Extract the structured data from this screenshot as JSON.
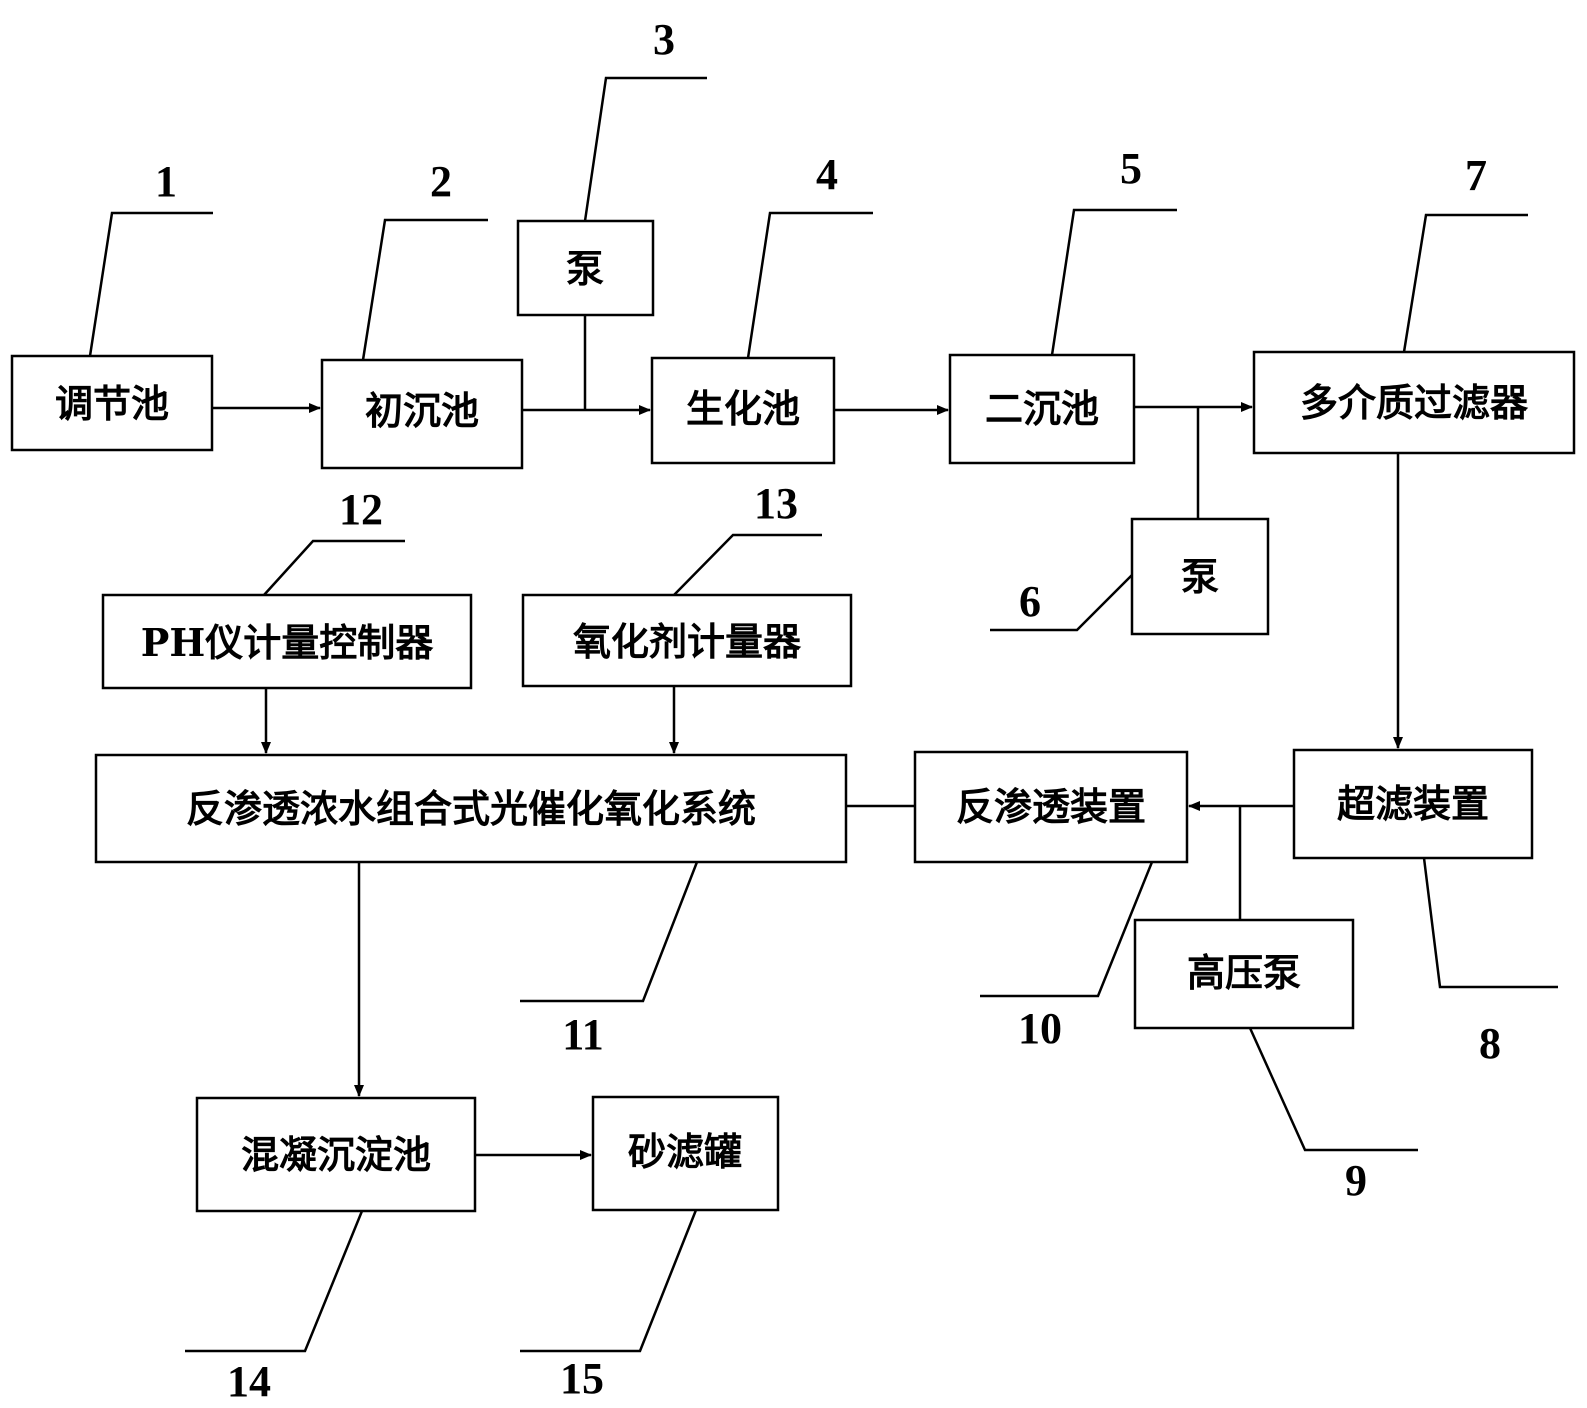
{
  "boxes": {
    "b1": "调节池",
    "b2": "初沉池",
    "b3": "泵",
    "b4": "生化池",
    "b5": "二沉池",
    "b6": "泵",
    "b7": "多介质过滤器",
    "b8": "超滤装置",
    "b9": "高压泵",
    "b10": "反渗透装置",
    "b11": "反渗透浓水组合式光催化氧化系统",
    "b12": "PH仪计量控制器",
    "b13": "氧化剂计量器",
    "b14": "混凝沉淀池",
    "b15": "砂滤罐"
  },
  "labels": {
    "n1": "1",
    "n2": "2",
    "n3": "3",
    "n4": "4",
    "n5": "5",
    "n6": "6",
    "n7": "7",
    "n8": "8",
    "n9": "9",
    "n10": "10",
    "n11": "11",
    "n12": "12",
    "n13": "13",
    "n14": "14",
    "n15": "15"
  }
}
